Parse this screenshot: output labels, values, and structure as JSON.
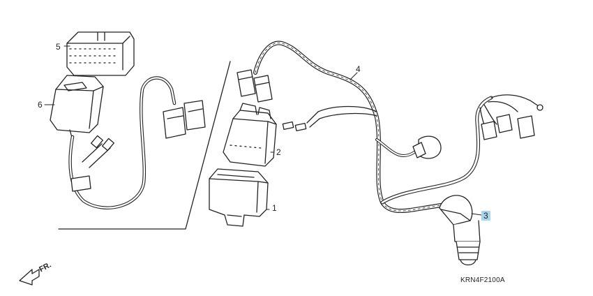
{
  "diagram": {
    "code": "KRN4F2100A",
    "direction_label": "FR.",
    "parts": [
      {
        "number": "1"
      },
      {
        "number": "2"
      },
      {
        "number": "3",
        "highlighted": true
      },
      {
        "number": "4"
      },
      {
        "number": "5"
      },
      {
        "number": "6"
      }
    ]
  },
  "colors": {
    "line": "#222222",
    "highlight": "#a9d6ee"
  }
}
